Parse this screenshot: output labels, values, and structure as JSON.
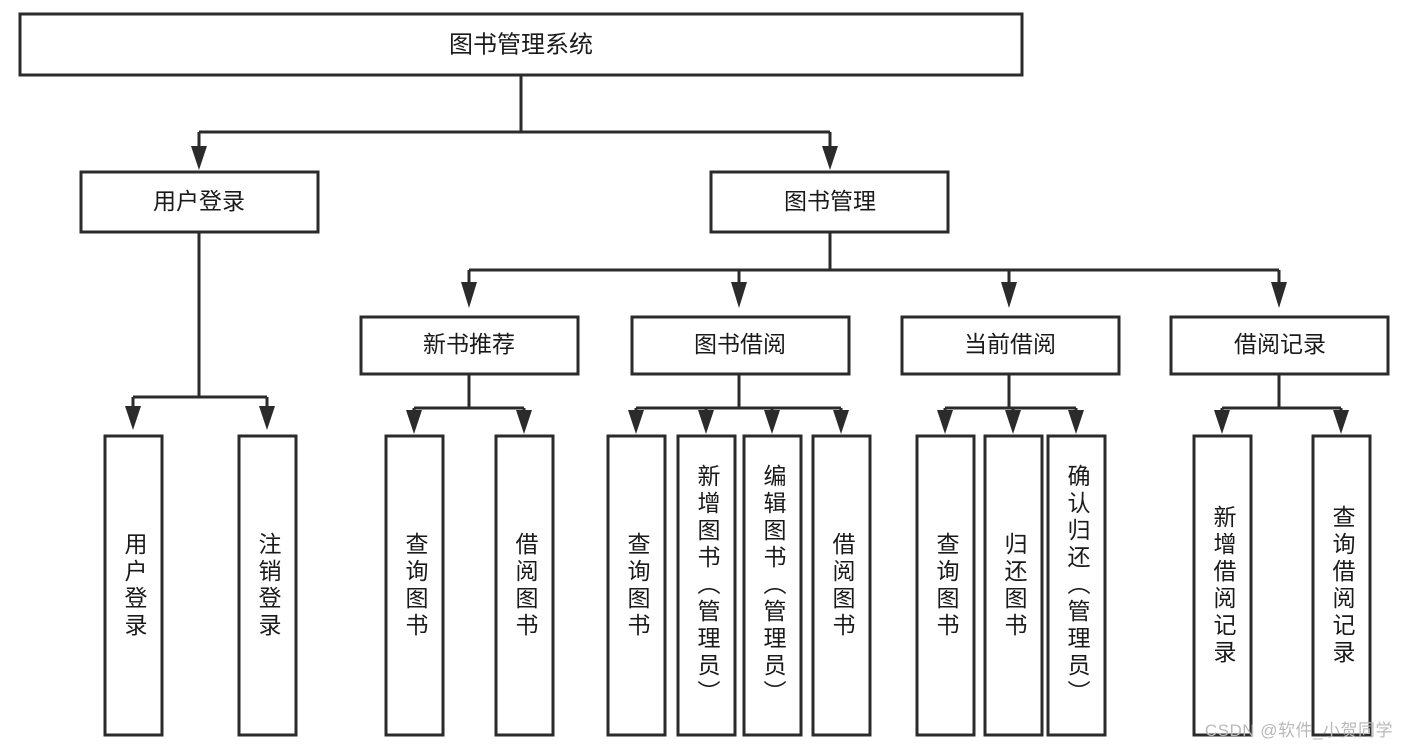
{
  "diagram": {
    "title": "图书管理系统",
    "type": "tree-hierarchy-chart",
    "root": {
      "label": "图书管理系统"
    },
    "level2": [
      {
        "label": "用户登录"
      },
      {
        "label": "图书管理"
      }
    ],
    "level3": [
      {
        "label": "新书推荐"
      },
      {
        "label": "图书借阅"
      },
      {
        "label": "当前借阅"
      },
      {
        "label": "借阅记录"
      }
    ],
    "leaves": {
      "user_login": [
        {
          "label": "用户登录"
        },
        {
          "label": "注销登录"
        }
      ],
      "new_book_recommend": [
        {
          "label": "查询图书"
        },
        {
          "label": "借阅图书"
        }
      ],
      "book_borrow": [
        {
          "label": "查询图书"
        },
        {
          "label": "新增图书（管理员）"
        },
        {
          "label": "编辑图书（管理员）"
        },
        {
          "label": "借阅图书"
        }
      ],
      "current_borrow": [
        {
          "label": "查询图书"
        },
        {
          "label": "归还图书"
        },
        {
          "label": "确认归还（管理员）"
        }
      ],
      "borrow_record": [
        {
          "label": "新增借阅记录"
        },
        {
          "label": "查询借阅记录"
        }
      ]
    }
  },
  "watermark": {
    "text": "CSDN @软件_小贺同学"
  },
  "colors": {
    "stroke": "#2b2b2b",
    "box_fill": "#ffffff",
    "text": "#1a1a1a",
    "watermark": "#b9b9b9",
    "background": "#ffffff"
  }
}
